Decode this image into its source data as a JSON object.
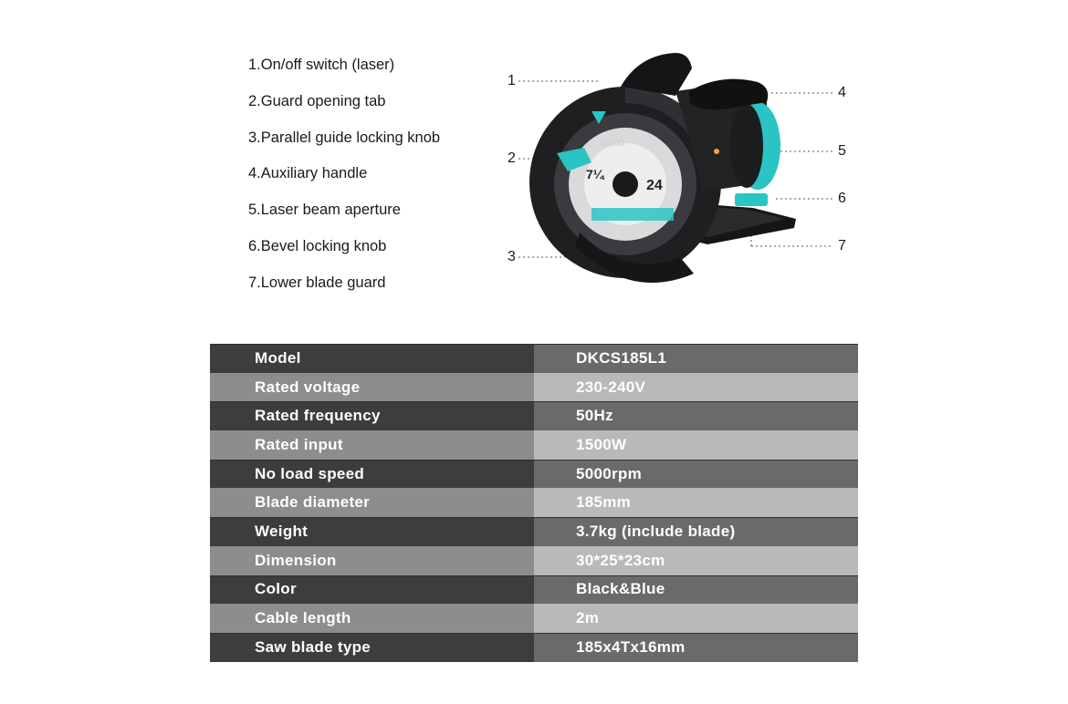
{
  "parts": [
    "1.On/off switch (laser)",
    "2.Guard opening tab",
    "3.Parallel guide locking knob",
    "4.Auxiliary handle",
    "5.Laser beam aperture",
    "6.Bevel locking knob",
    "7.Lower blade guard"
  ],
  "callouts": [
    "1",
    "2",
    "3",
    "4",
    "5",
    "6",
    "7"
  ],
  "product": {
    "brand_mark": "DEKO",
    "blade_teeth": "24",
    "blade_mark": "7¼"
  },
  "colors": {
    "accent": "#2bc4c4",
    "body": "#1e1f21",
    "dark_row_key": "#3d3d3d",
    "dark_row_value": "#6a6a6a",
    "light_row_key": "#8d8d8d",
    "light_row_value": "#b9b9b9"
  },
  "specs": [
    {
      "key": "Model",
      "value": "DKCS185L1"
    },
    {
      "key": "Rated voltage",
      "value": "230-240V"
    },
    {
      "key": "Rated frequency",
      "value": "50Hz"
    },
    {
      "key": "Rated input",
      "value": "1500W"
    },
    {
      "key": "No load speed",
      "value": "5000rpm"
    },
    {
      "key": "Blade diameter",
      "value": "185mm"
    },
    {
      "key": "Weight",
      "value": "3.7kg (include blade)"
    },
    {
      "key": "Dimension",
      "value": "30*25*23cm"
    },
    {
      "key": "Color",
      "value": "Black&Blue"
    },
    {
      "key": "Cable length",
      "value": "2m"
    },
    {
      "key": "Saw blade type",
      "value": "185x4Tx16mm"
    }
  ]
}
